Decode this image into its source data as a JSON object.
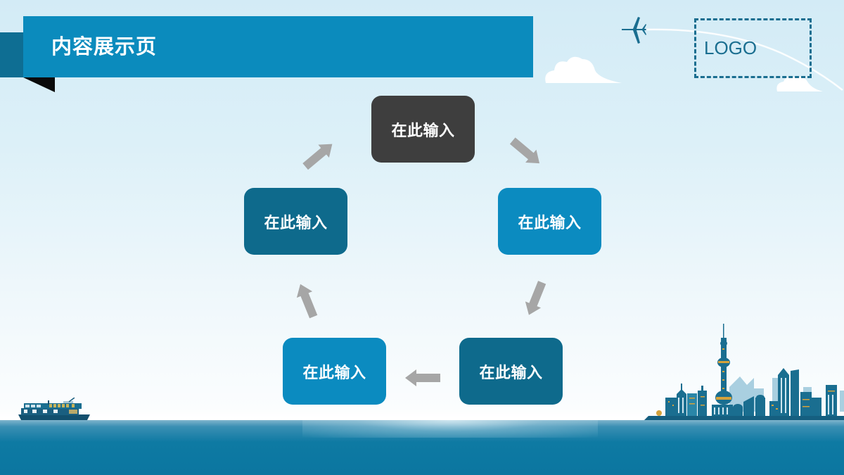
{
  "header": {
    "title": "内容展示页"
  },
  "logo": {
    "text": "LOGO"
  },
  "cycle": {
    "nodes": [
      {
        "label": "在此输入",
        "color": "#3e3e3e",
        "position": "top"
      },
      {
        "label": "在此输入",
        "color": "#0b8bc0",
        "position": "right"
      },
      {
        "label": "在此输入",
        "color": "#0e6a8c",
        "position": "bottom-right"
      },
      {
        "label": "在此输入",
        "color": "#0b8bc0",
        "position": "bottom-left"
      },
      {
        "label": "在此输入",
        "color": "#0e6a8c",
        "position": "left"
      }
    ],
    "arrow_color": "#a6a6a6"
  },
  "colors": {
    "banner": "#0b8bbd",
    "banner_dark": "#0e6e93",
    "logo_border": "#1a6e90",
    "water": "#0b76a0",
    "sky": "#d3ebf6"
  },
  "decorations": [
    "airplane-icon",
    "cloud-icon",
    "city-skyline",
    "ferry-boat"
  ]
}
